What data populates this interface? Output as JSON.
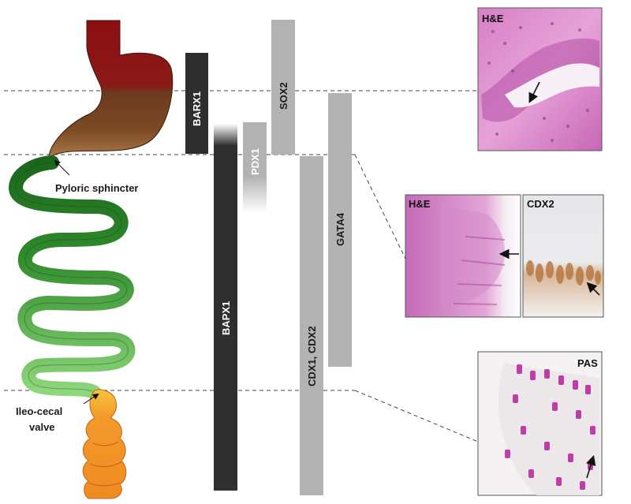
{
  "anatomy": {
    "pyloric_label": "Pyloric sphincter",
    "ileocecal_label_line1": "Ileo-cecal",
    "ileocecal_label_line2": "valve"
  },
  "genes": {
    "barx1": "BARX1",
    "bapx1": "BAPX1",
    "pdx1": "PDX1",
    "sox2": "SOX2",
    "cdx": "CDX1, CDX2",
    "gata4": "GATA4"
  },
  "panels": {
    "stomach_stain": "H&E",
    "intestine_stain_left": "H&E",
    "intestine_stain_right": "CDX2",
    "colon_stain": "PAS"
  },
  "colors": {
    "stomach_top": "#8b0f14",
    "stomach_bottom": "#7a4a24",
    "stomach_pylorus": "#a9743f",
    "intestine_dark": "#1f6b1f",
    "intestine_light": "#7dcc6a",
    "ileocecal": "#f2b531",
    "colon": "#f3922a",
    "dark_bar": "#2e2e2e",
    "light_bar": "#b3b3b3"
  }
}
